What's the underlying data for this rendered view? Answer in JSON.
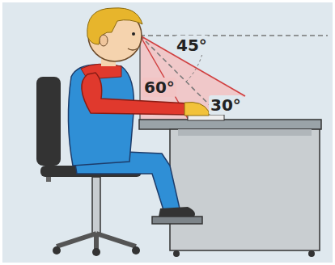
{
  "diagram": {
    "labels": [
      "45°",
      "60°",
      "30°"
    ]
  }
}
